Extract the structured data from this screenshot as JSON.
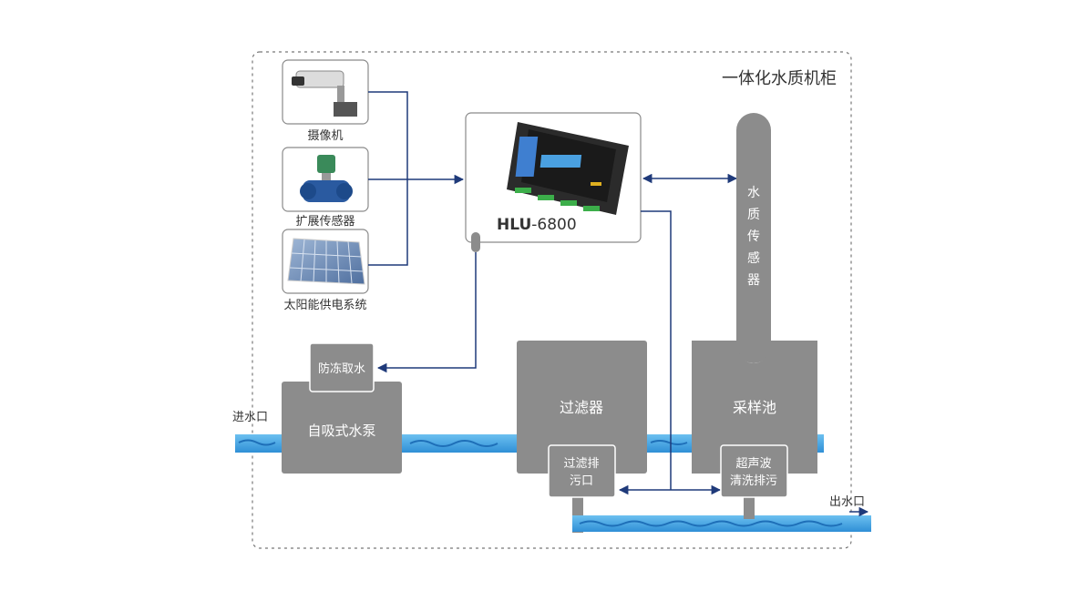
{
  "cabinet_title": "一体化水质机柜",
  "devices": {
    "camera": "摄像机",
    "sensor_ext": "扩展传感器",
    "solar": "太阳能供电系统"
  },
  "controller": {
    "model_bold": "HLU",
    "model_rest": "-6800"
  },
  "water_sensor": [
    "水",
    "质",
    "传",
    "感",
    "器"
  ],
  "antifreeze": "防冻取水",
  "pump": "自吸式水泵",
  "filter": "过滤器",
  "filter_drain": [
    "过滤排",
    "污口"
  ],
  "sampling_tank": "采样池",
  "ultrasonic": [
    "超声波",
    "清洗排污"
  ],
  "inlet": "进水口",
  "outlet": "出水口",
  "colors": {
    "gray_box": "#8c8c8c",
    "line_blue": "#1f3a7a",
    "water_blue": "#4aa9e6"
  }
}
